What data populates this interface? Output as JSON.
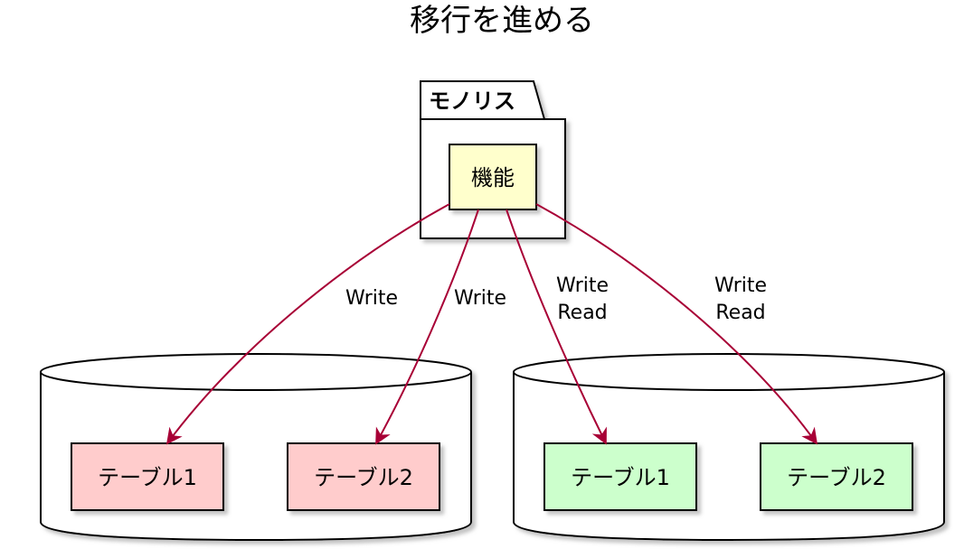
{
  "title": "移行を進める",
  "package": {
    "label": "モノリス"
  },
  "component": {
    "label": "機能"
  },
  "databases": [
    {
      "tables": [
        {
          "label": "テーブル1",
          "fill": "#ffcccc"
        },
        {
          "label": "テーブル2",
          "fill": "#ffcccc"
        }
      ]
    },
    {
      "tables": [
        {
          "label": "テーブル1",
          "fill": "#ccffcc"
        },
        {
          "label": "テーブル2",
          "fill": "#ccffcc"
        }
      ]
    }
  ],
  "edges": [
    {
      "from": "機能",
      "to": "テーブル1",
      "labels": [
        "Write"
      ]
    },
    {
      "from": "機能",
      "to": "テーブル2",
      "labels": [
        "Write"
      ]
    },
    {
      "from": "機能",
      "to": "テーブル1",
      "labels": [
        "Write",
        "Read"
      ]
    },
    {
      "from": "機能",
      "to": "テーブル2",
      "labels": [
        "Write",
        "Read"
      ]
    }
  ],
  "colors": {
    "component_fill": "#ffffcc",
    "arrow": "#a80036",
    "border": "#000000",
    "shadow": "#bbbbbb"
  }
}
